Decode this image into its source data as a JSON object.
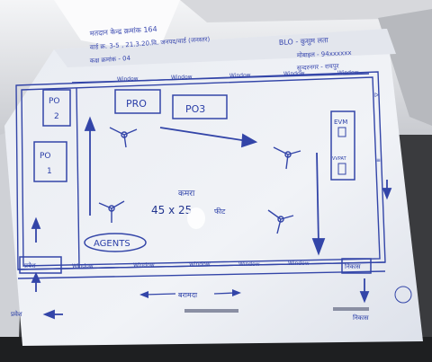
{
  "photo": {
    "description_free": true,
    "labels": {
      "po2": "PO\n2",
      "po1": "PO\n1",
      "pro": "PRO",
      "po3": "PO3",
      "evm": "EVM",
      "vvpat": "VVPAT",
      "agents": "AGENTS",
      "window": "Window",
      "entry": "प्रवेश",
      "exit": "निकास",
      "verandah": "बरामदा",
      "room_label": "कमरा",
      "dimensions": "45 x 25",
      "dim_unit": "फीट",
      "header_line1": "मतदान केन्द्र क्रमांक 164",
      "header_line2": "वार्ड क्र. 3-5 , 21.3.20.वि. जनपद/वार्ड (जनस्तर)",
      "header_line3": "कक्ष क्रमांक - 04",
      "right_line1": "BLO - कुसुम लता",
      "right_line2": "मोबाइल - 94xxxxxx",
      "right_line3": "सुन्दरनगर - रायपुर",
      "bottom_left": "प्रवेश",
      "bottom_right": "निकास"
    }
  }
}
